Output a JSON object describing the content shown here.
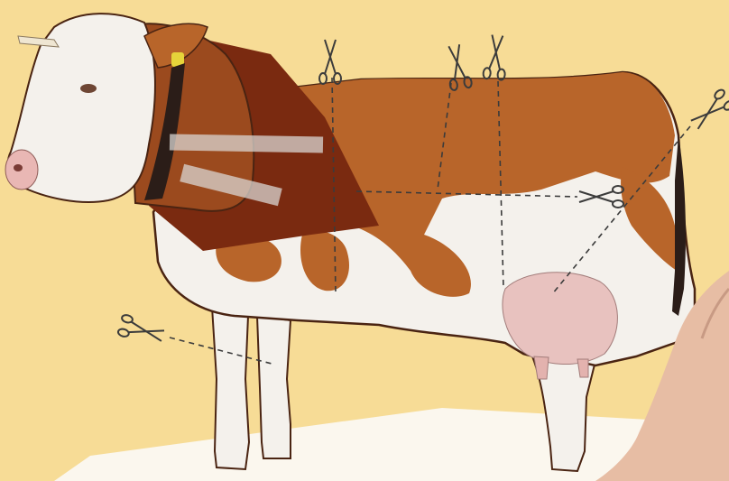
{
  "scene": {
    "palette": {
      "background": "#f7dc96",
      "floor": "#fbf7ee",
      "cow_white": "#f4f1ec",
      "cow_patch": "#b8652a",
      "cow_outline": "#4a2412",
      "collar": "#2b1d18",
      "paper_fold": "#7a2a10",
      "udder": "#e8c2bf",
      "hand": "#e7bda4",
      "ear_tag": "#e6d43a",
      "scissor_ink": "#3b3b3b",
      "tape": "#d9d6d2"
    },
    "icons": [
      "cow-cutout-image",
      "paper-fold-flap",
      "scissors-icon",
      "tape-strip",
      "hand-image",
      "cut-guide-line"
    ]
  }
}
